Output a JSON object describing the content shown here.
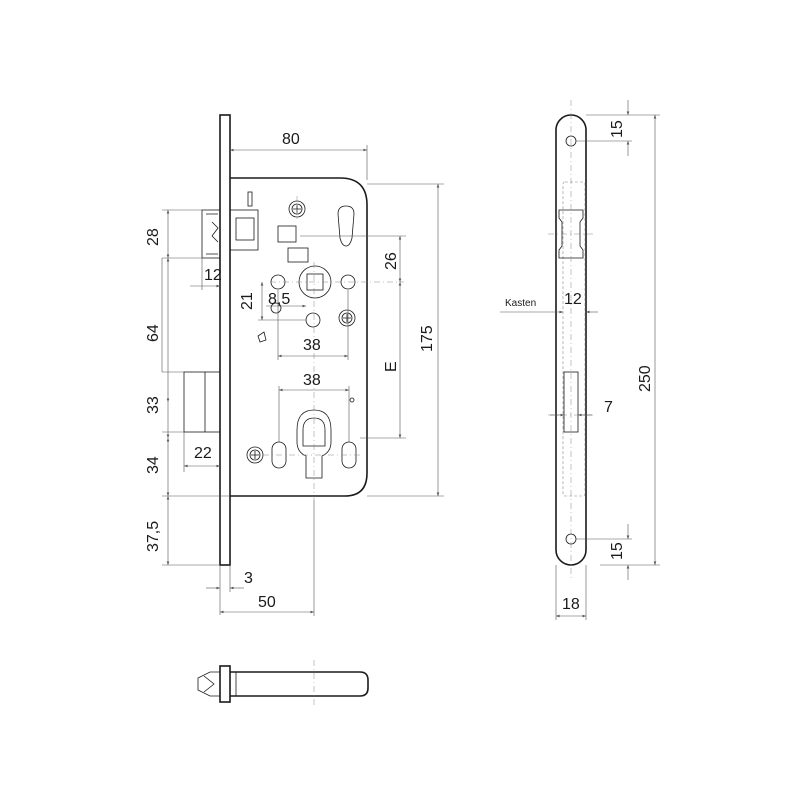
{
  "dimensions": {
    "d80": "80",
    "d28": "28",
    "d12": "12",
    "d26": "26",
    "d21": "21",
    "d8_5": "8,5",
    "d64": "64",
    "d38a": "38",
    "dE": "E",
    "d175": "175",
    "d38b": "38",
    "d33": "33",
    "d22": "22",
    "d34": "34",
    "d37_5": "37,5",
    "d3": "3",
    "d50": "50",
    "d15_top": "15",
    "d15_bottom": "15",
    "d12_right": "12",
    "d250": "250",
    "d7": "7",
    "d18": "18"
  },
  "labels": {
    "kasten": "Kasten"
  }
}
